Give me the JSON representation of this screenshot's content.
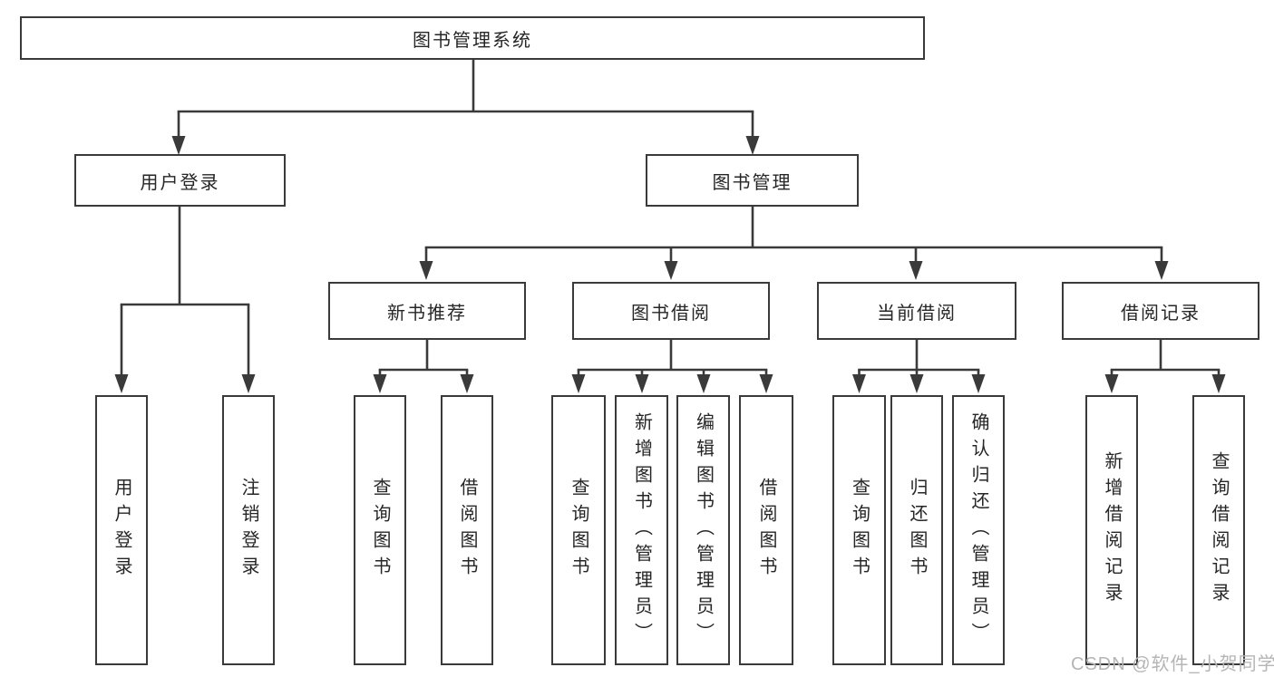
{
  "tree": {
    "root": "图书管理系统",
    "level2": {
      "user_login": "用户登录",
      "book_management": "图书管理"
    },
    "level3": {
      "new_books": "新书推荐",
      "book_borrowing": "图书借阅",
      "current_borrowing": "当前借阅",
      "borrowing_records": "借阅记录"
    },
    "leaves": {
      "user_login": [
        "用户登录",
        "注销登录"
      ],
      "new_books": [
        "查询图书",
        "借阅图书"
      ],
      "book_borrowing": [
        "查询图书",
        "新增图书（管理员）",
        "编辑图书（管理员）",
        "借阅图书"
      ],
      "current_borrowing": [
        "查询图书",
        "归还图书",
        "确认归还（管理员）"
      ],
      "borrowing_records": [
        "新增借阅记录",
        "查询借阅记录"
      ]
    }
  },
  "watermark": "CSDN @软件_小贺同学",
  "colors": {
    "line": "#3a3a3a",
    "text": "#262626",
    "watermark": "#b5b5b5",
    "background": "#ffffff"
  }
}
